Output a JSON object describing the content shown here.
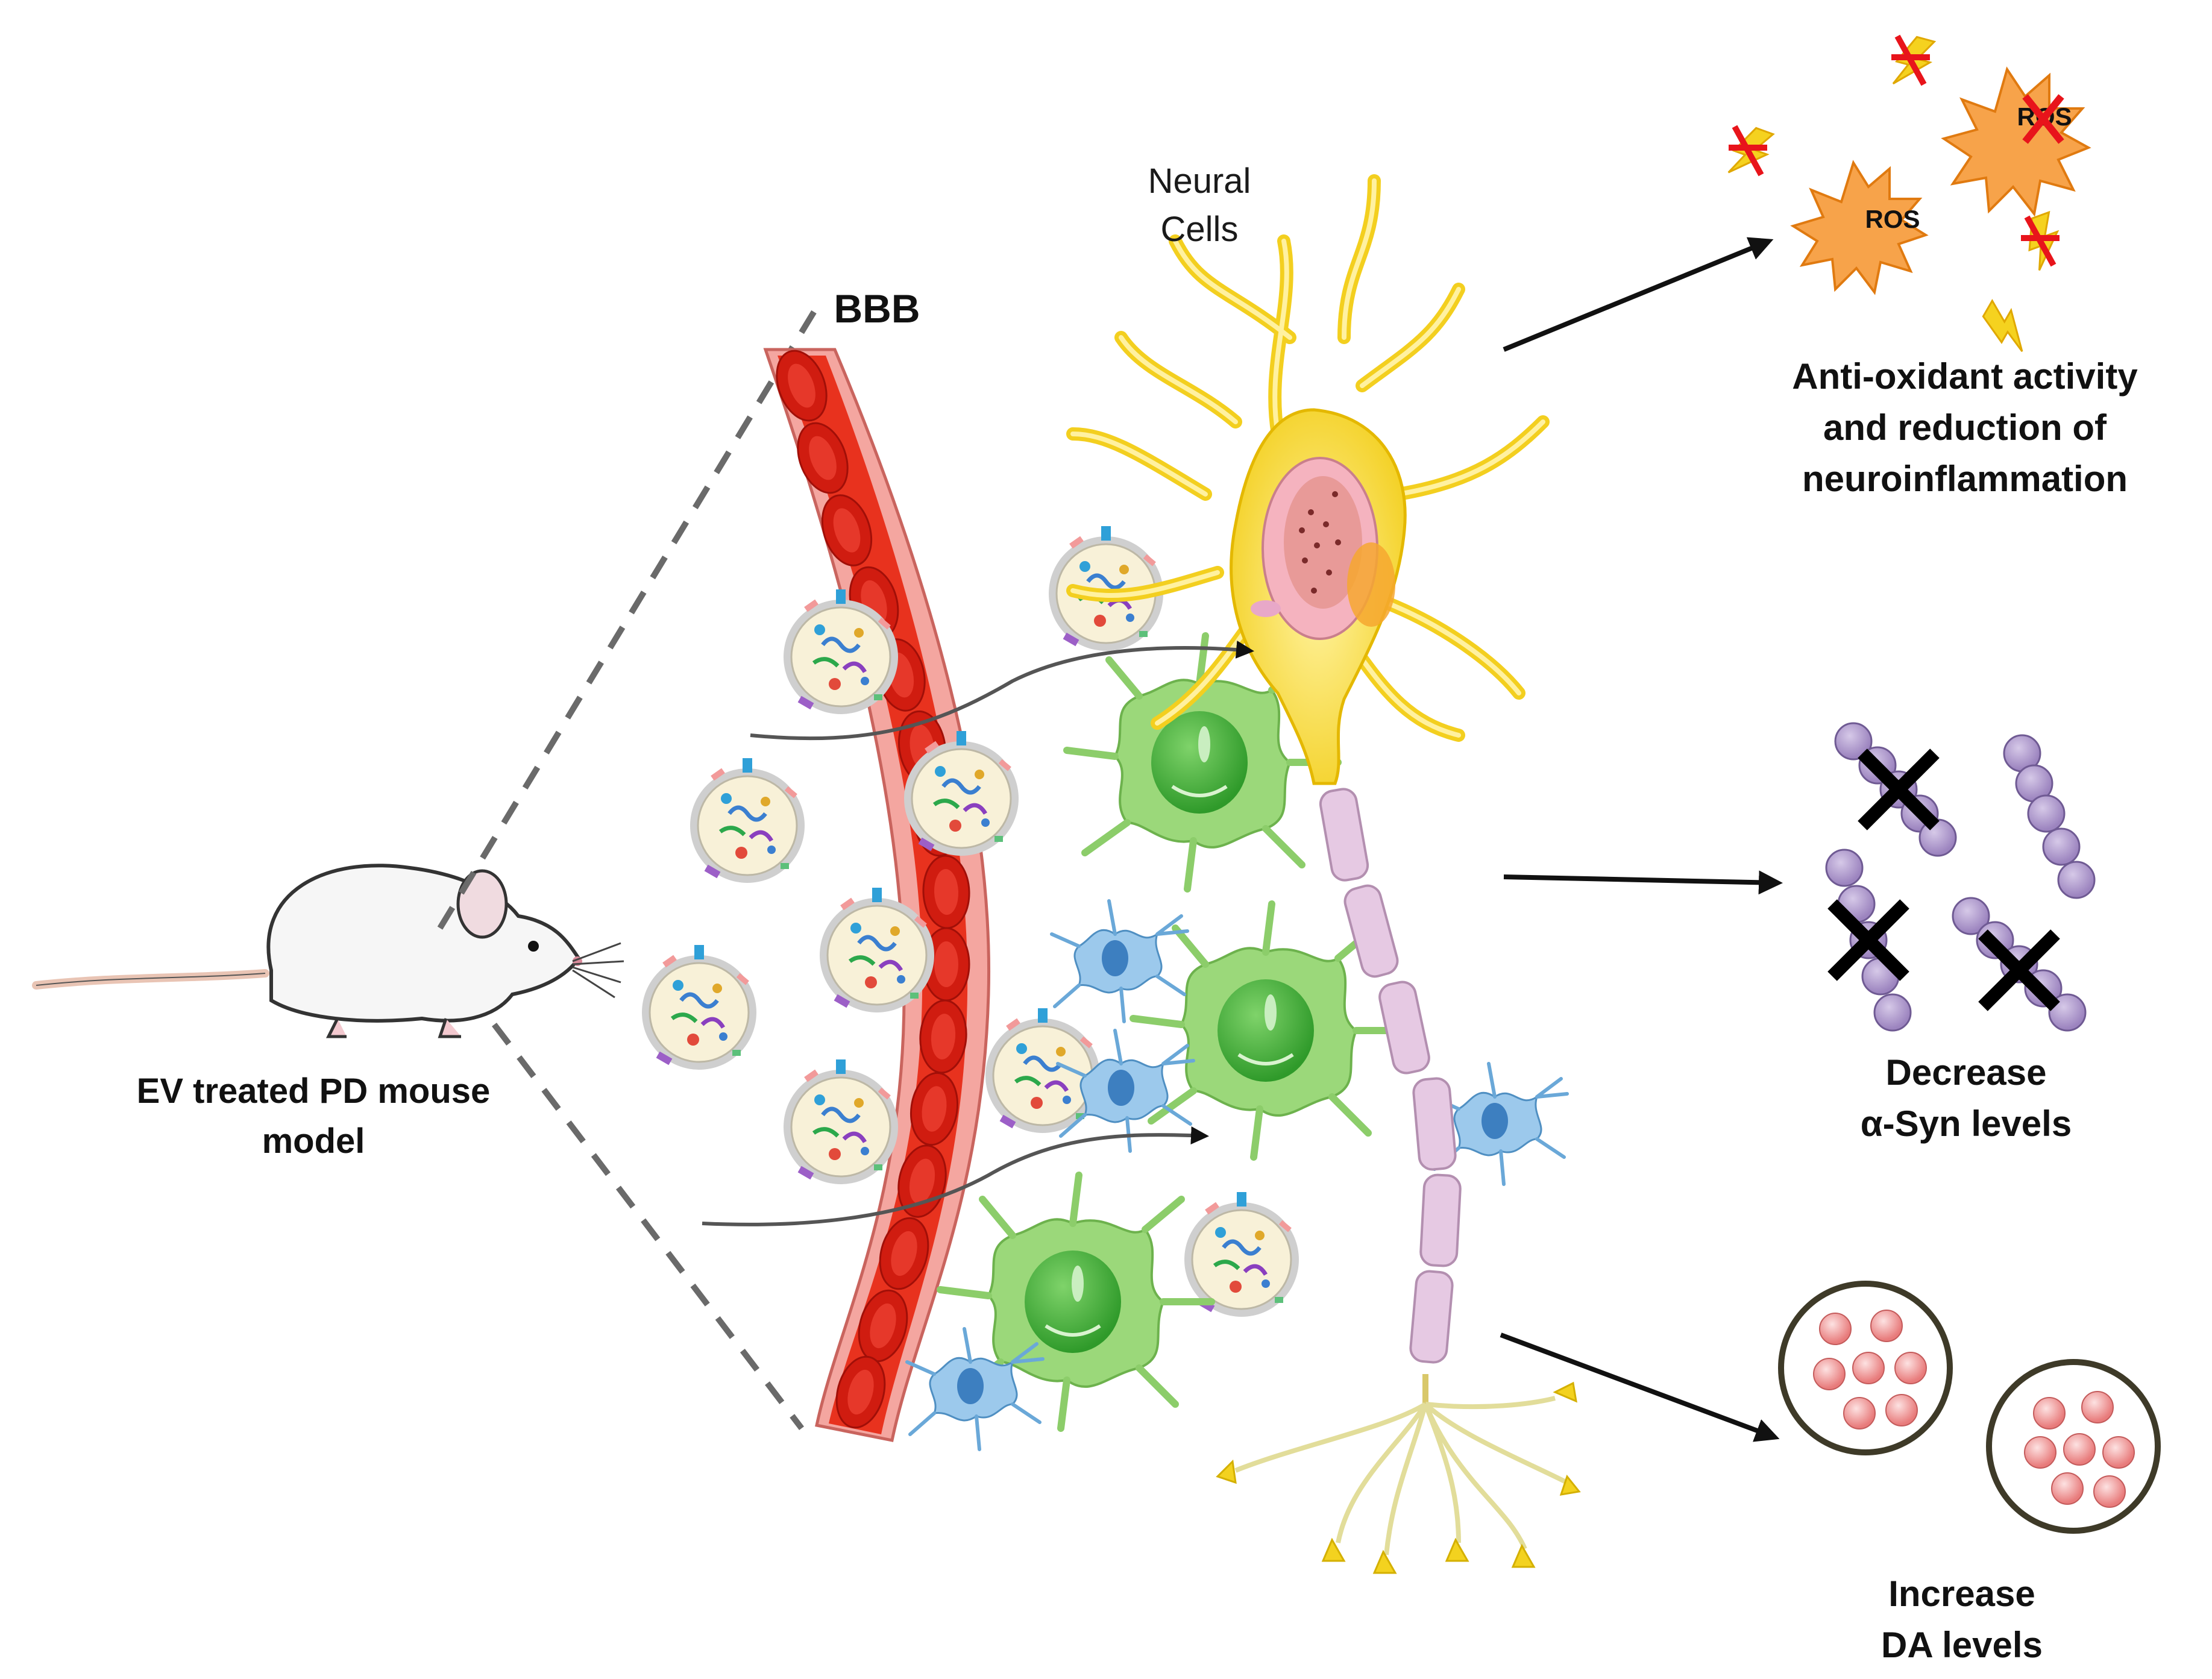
{
  "labels": {
    "mouse_line1": "EV treated PD mouse",
    "mouse_line2": "model",
    "bbb": "BBB",
    "neural_line1": "Neural",
    "neural_line2": "Cells",
    "antiox_line1": "Anti-oxidant activity",
    "antiox_line2": "and reduction of",
    "antiox_line3": "neuroinflammation",
    "ros_top": "ROS",
    "ros_mid": "ROS",
    "syn_line1": "Decrease",
    "syn_line2": "α-Syn levels",
    "da_line1": "Increase",
    "da_line2": "DA levels"
  },
  "colors": {
    "vessel": "#e8321e",
    "vessel_wall": "#f4a6a0",
    "rbc": "#c81a10",
    "neuron_yellow": "#f7df3a",
    "astrocyte_green": "#8fd06a",
    "microglia_blue": "#7fb8e0",
    "myelin": "#e6c9e3",
    "ros_orange": "#f7a34a",
    "bolt_yellow": "#f5d21f",
    "syn_purple": "#b09ccc",
    "vesicle_pink": "#f4a3a3",
    "ev_fill": "#f8f1d8",
    "arrow": "#111111"
  },
  "icons": [
    "mouse-icon",
    "ev-icon",
    "lightning-icon",
    "ros-icon",
    "x-mark-icon"
  ]
}
